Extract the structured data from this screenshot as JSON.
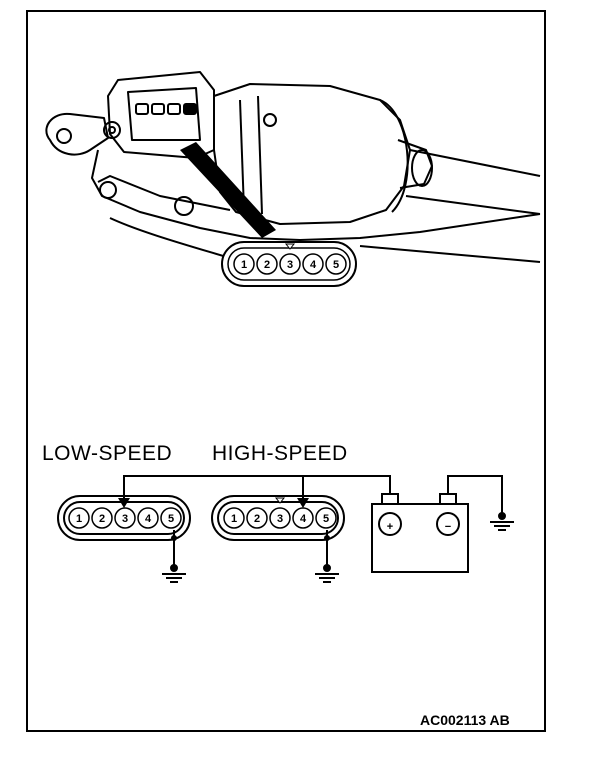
{
  "labels": {
    "low_speed": "LOW-SPEED",
    "high_speed": "HIGH-SPEED",
    "figure_code": "AC002113 AB"
  },
  "connector": {
    "pins": [
      "1",
      "2",
      "3",
      "4",
      "5"
    ]
  },
  "battery": {
    "positive_symbol": "+",
    "negative_symbol": "−"
  },
  "colors": {
    "line": "#000000",
    "background": "#ffffff"
  }
}
